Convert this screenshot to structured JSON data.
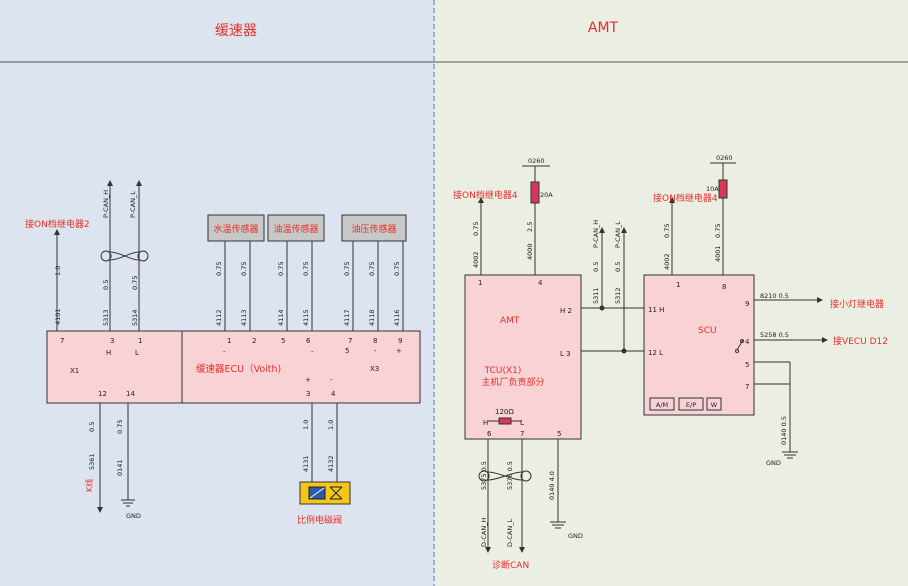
{
  "header": {
    "left_title": "缓速器",
    "right_title": "AMT"
  },
  "colors": {
    "left_bg": "#dce4f0",
    "right_bg": "#ebeee2",
    "box_fill": "#f8d2d4",
    "title_red": "#e8302a",
    "fuse": "#d7385a",
    "valve": "#f4c61a"
  },
  "retarder": {
    "x1_label": "X1",
    "x3_label": "X3",
    "ecu_label": "缓速器ECU（Voith)",
    "pin_7": "7",
    "pin_3": "3",
    "pin_1": "1",
    "pin_12": "12",
    "pin_14": "14",
    "pin_h": "H",
    "pin_l": "L",
    "x3_pins": {
      "p1": "1",
      "p2": "2",
      "p5": "5",
      "p6": "6",
      "p7": "7",
      "p8": "8",
      "p9": "9",
      "p3": "3",
      "p4": "4"
    },
    "minus": "-",
    "plus": "+",
    "wire_labels": {
      "w4101": "4101",
      "w5313": "5313",
      "w5314": "5314",
      "w4112": "4112",
      "w4113": "4113",
      "w4114": "4114",
      "w4115": "4115",
      "w4117": "4117",
      "w4118": "4118",
      "w4116": "4116",
      "w5361": "5361",
      "w0141": "0141",
      "w4131": "4131",
      "w4132": "4132"
    },
    "gauges": {
      "g10": "1.0",
      "g05": "0.5",
      "g075": "0.75"
    },
    "signals": {
      "pcan_h": "P-CAN_H",
      "pcan_l": "P-CAN_L"
    },
    "on_relay": "接ON档继电器2",
    "k_line": "K线",
    "gnd": "GND",
    "sensors": {
      "water": "水温传感器",
      "oil_temp": "油温传感器",
      "oil_press": "油压传感器"
    },
    "valve_label": "比例电磁阀"
  },
  "amt": {
    "amt_label": "AMT",
    "tcu_label": "TCU(X1)",
    "tcu_sub": "主机厂负责部分",
    "pins": {
      "p1": "1",
      "p4": "4",
      "h2": "H 2",
      "l3": "L 3",
      "p6": "6",
      "p7": "7",
      "p5": "5",
      "h": "H",
      "l": "L"
    },
    "resistor": "120Ω",
    "fuse_left": {
      "source": "0260",
      "rating": "20A"
    },
    "fuse_right": {
      "source": "0260",
      "rating": "10A"
    },
    "on_relay_4a": "接ON档继电器4",
    "on_relay_4b": "接ON档继电器4",
    "wire_labels": {
      "w4002": "4002",
      "w4000": "4000",
      "w5311": "5311",
      "w5312": "5312",
      "w5375": "5375 0.5",
      "w5376": "5376 0.5",
      "w0140": "0140 4.0",
      "w4002b": "4002",
      "w4001": "4001"
    },
    "gauges": {
      "g075": "0.75",
      "g25": "2.5",
      "g05": "0.5"
    },
    "signals": {
      "pcan_h": "P-CAN_H",
      "pcan_l": "P-CAN_L",
      "dcan_h": "D-CAN_H",
      "dcan_l": "D-CAN_L"
    },
    "diag": "诊断CAN",
    "gnd": "GND",
    "scu": {
      "label": "SCU",
      "p1": "1",
      "p8": "8",
      "p9": "9",
      "p4": "4",
      "p5": "5",
      "p7": "7",
      "h11": "11 H",
      "l12": "12 L",
      "btn_am": "A/M",
      "btn_ep": "E/P",
      "btn_w": "W"
    },
    "outputs": {
      "w8210": "8210 0.5",
      "w5258": "5258 0.5",
      "lamp": "接小灯继电器",
      "vecu": "接VECU D12",
      "w0140b": "0140 0.5",
      "gnd": "GND"
    }
  }
}
